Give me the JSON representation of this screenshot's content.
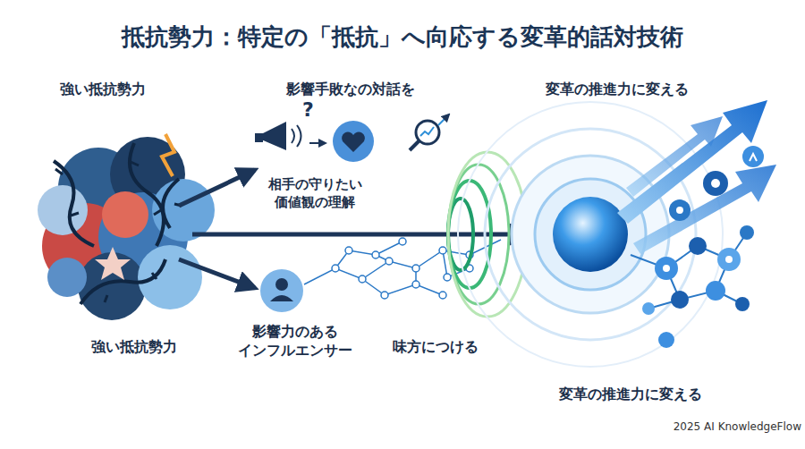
{
  "diagram": {
    "title": "抵抗勢力：特定の「抵抗」へ向応する変革的話対技術",
    "labels": [
      "強い抵抗勢力",
      "影響手敗なの対話を",
      "変革の推進力に変える",
      "相手の守りたい 価値観の理解",
      "強い抵抗勢力",
      "影響力のある インフルエンサー",
      "味方につける",
      "変革の推進力に変える",
      "2025 AI KnowledgeFlow"
    ]
  }
}
